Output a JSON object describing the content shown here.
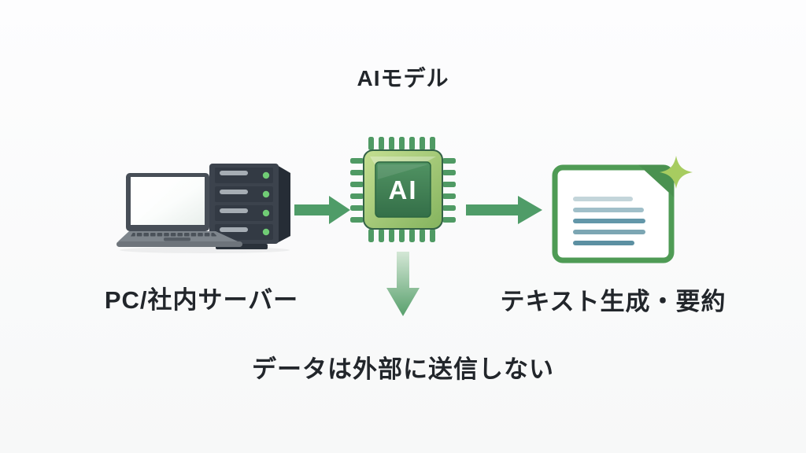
{
  "title": "AIモデル",
  "left_label": "PC/社内サーバー",
  "right_label": "テキスト生成・要約",
  "bottom_label": "データは外部に送信しない",
  "chip_label": "AI",
  "icons": {
    "left": "laptop-server-icon",
    "center": "ai-chip-icon",
    "right": "document-icon",
    "flow": [
      "arrow-right-icon",
      "arrow-right-icon",
      "arrow-down-icon"
    ],
    "decoration": "sparkle-icon"
  },
  "colors": {
    "background_top": "#fdfdfe",
    "background_bottom": "#f7f8f8",
    "text": "#22262b",
    "arrow_green": "#4f9c68",
    "arrow_down_gradient_top": "#d4e7d6",
    "arrow_down_gradient_bottom": "#58a06c",
    "chip_frame_light_green": "#bfdb8c",
    "chip_core_green": "#3f7e51",
    "chip_pin_green": "#4f9a64",
    "document_border_green": "#4f9b55",
    "document_line_teal": "#6397a9",
    "sparkle_green": "#a7cc60",
    "server_body": "#3c434d",
    "server_led_green": "#70cc75",
    "laptop_frame": "#474e57",
    "laptop_base": "#7e858c"
  }
}
